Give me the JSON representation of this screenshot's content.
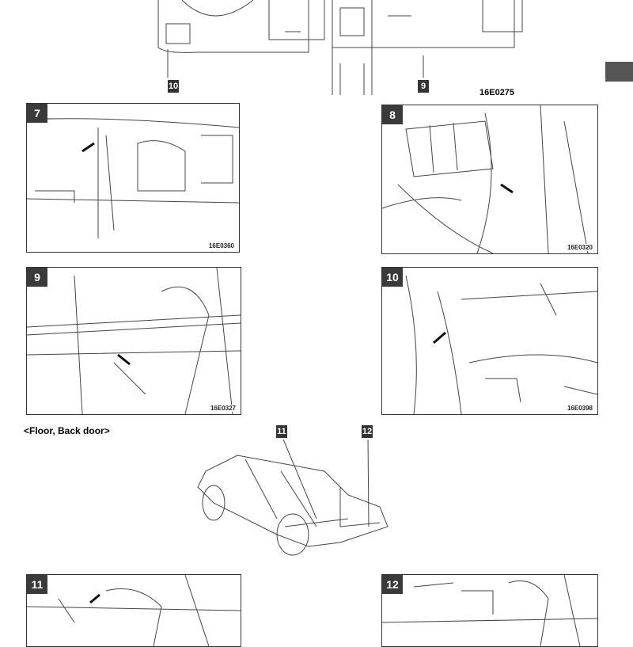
{
  "top_figure": {
    "callouts": [
      "10",
      "9"
    ],
    "code": "16E0275"
  },
  "panels": [
    {
      "num": "7",
      "code": "16E0360"
    },
    {
      "num": "8",
      "code": "16E0320"
    },
    {
      "num": "9",
      "code": "16E0327"
    },
    {
      "num": "10",
      "code": "16E0398"
    },
    {
      "num": "11",
      "code": ""
    },
    {
      "num": "12",
      "code": ""
    }
  ],
  "section_heading": "<Floor, Back door>",
  "car_figure": {
    "callouts": [
      "11",
      "12"
    ]
  }
}
